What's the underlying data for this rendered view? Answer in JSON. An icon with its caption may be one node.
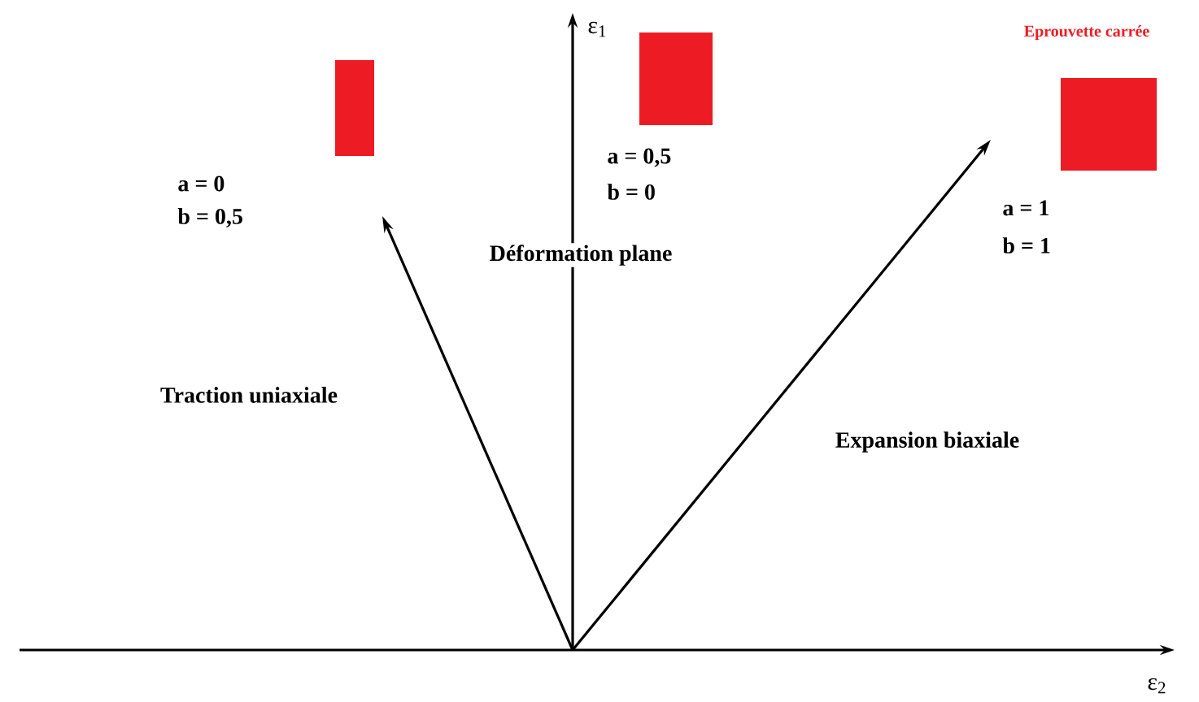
{
  "diagram": {
    "labels": [
      "Eprouvette carrée",
      "ε$_{1}$",
      "a = 0",
      "b = 0,5",
      "a = 0,5",
      "b = 0",
      "Déformation plane",
      "a = 1",
      "b = 1",
      "Traction uniaxiale",
      "Expansion biaxiale",
      "ε$_{2}$"
    ]
  }
}
